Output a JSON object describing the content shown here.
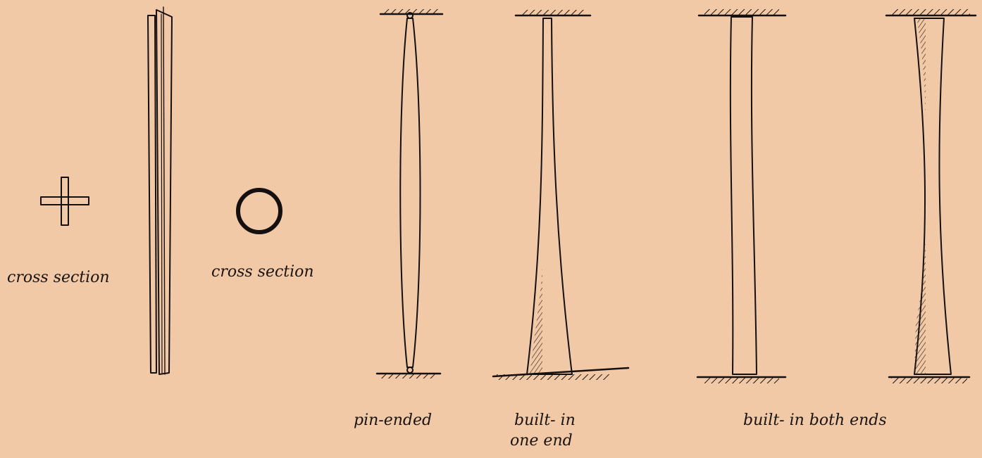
{
  "labels": {
    "cross_section_left": "cross section",
    "cross_section_right": "cross section",
    "pin_ended": "pin-ended",
    "built_in_one_end_line1": "built- in",
    "built_in_one_end_line2": "one end",
    "built_in_both_ends": "built- in both ends"
  },
  "colors": {
    "paper": "#f2c9a7",
    "ink": "#141010"
  }
}
